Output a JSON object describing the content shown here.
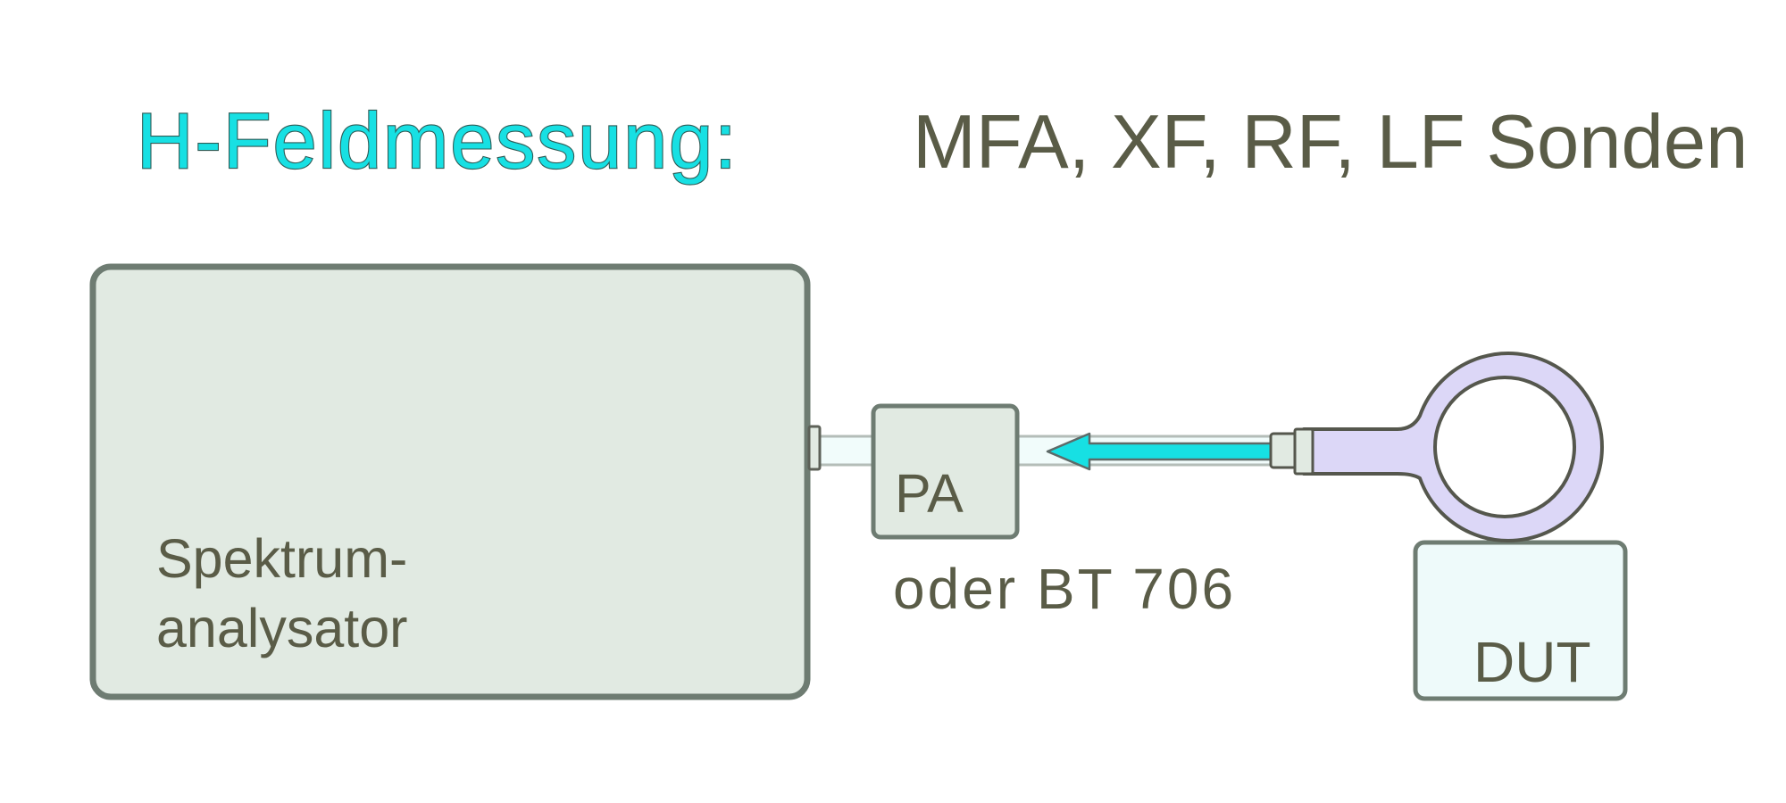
{
  "title": {
    "left": "H-Feldmessung:",
    "right": "MFA, XF, RF, LF Sonden"
  },
  "devices": {
    "analyzer": {
      "name": "spectrum-analyzer",
      "label_line1": "Spektrum-",
      "label_line2": "analysator"
    },
    "preamp": {
      "name": "preamplifier",
      "label": "PA",
      "alternative_label": "oder BT 706"
    },
    "probe": {
      "name": "h-field-loop-probe"
    },
    "dut": {
      "name": "device-under-test",
      "label": "DUT"
    }
  },
  "signal_flow": {
    "direction": "probe-to-preamp",
    "arrow_color": "#17e0e3"
  },
  "colors": {
    "title_accent": "#17e0e3",
    "text": "#5a5c47",
    "box_fill": "#e1eae2",
    "box_stroke": "#6e7c72",
    "dut_fill": "#eefafa",
    "probe_fill": "#dcd7f7",
    "cable_fill": "#f1fcfb",
    "cable_stroke": "#b4bdb8"
  }
}
